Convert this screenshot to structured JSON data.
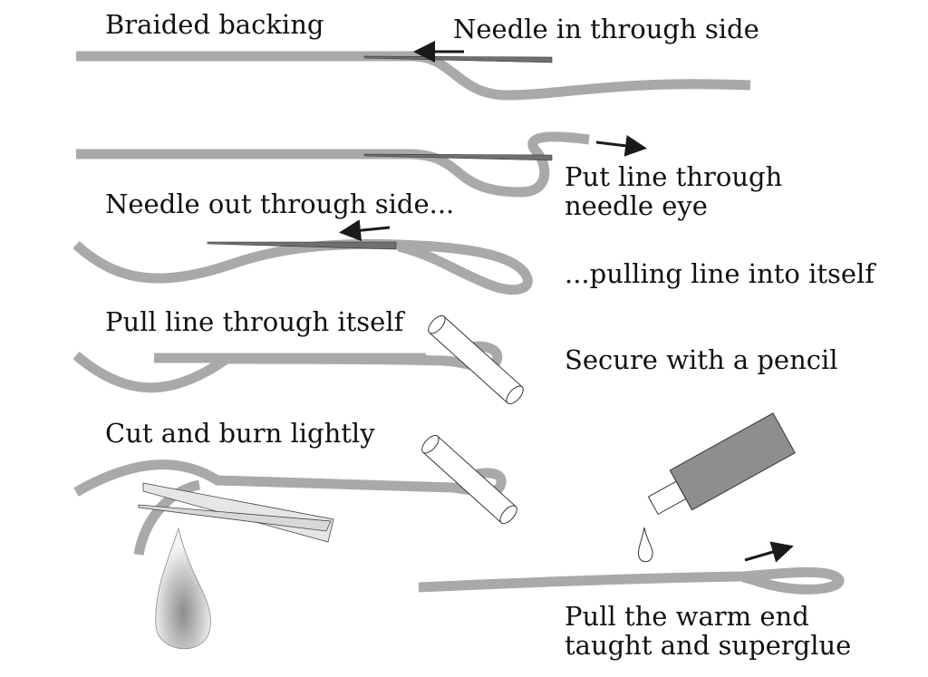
{
  "labels": {
    "braided_backing": "Braided backing",
    "needle_in": "Needle in through side",
    "put_line_1": "Put line through",
    "put_line_2": "needle eye",
    "needle_out": "Needle out through side...",
    "pulling_line": "...pulling line into itself",
    "pull_line_through": "Pull line through itself",
    "secure_pencil": "Secure with a pencil",
    "cut_burn": "Cut and burn lightly",
    "pull_warm_1": "Pull the warm end",
    "pull_warm_2": "taught and superglue"
  },
  "colors": {
    "line": "#a9a9a9",
    "needle": "#6f6f6f",
    "arrow": "#1a1a1a",
    "glue_tube": "#8e8e8e",
    "scissors": "#e6e6e6",
    "text": "#111111"
  }
}
